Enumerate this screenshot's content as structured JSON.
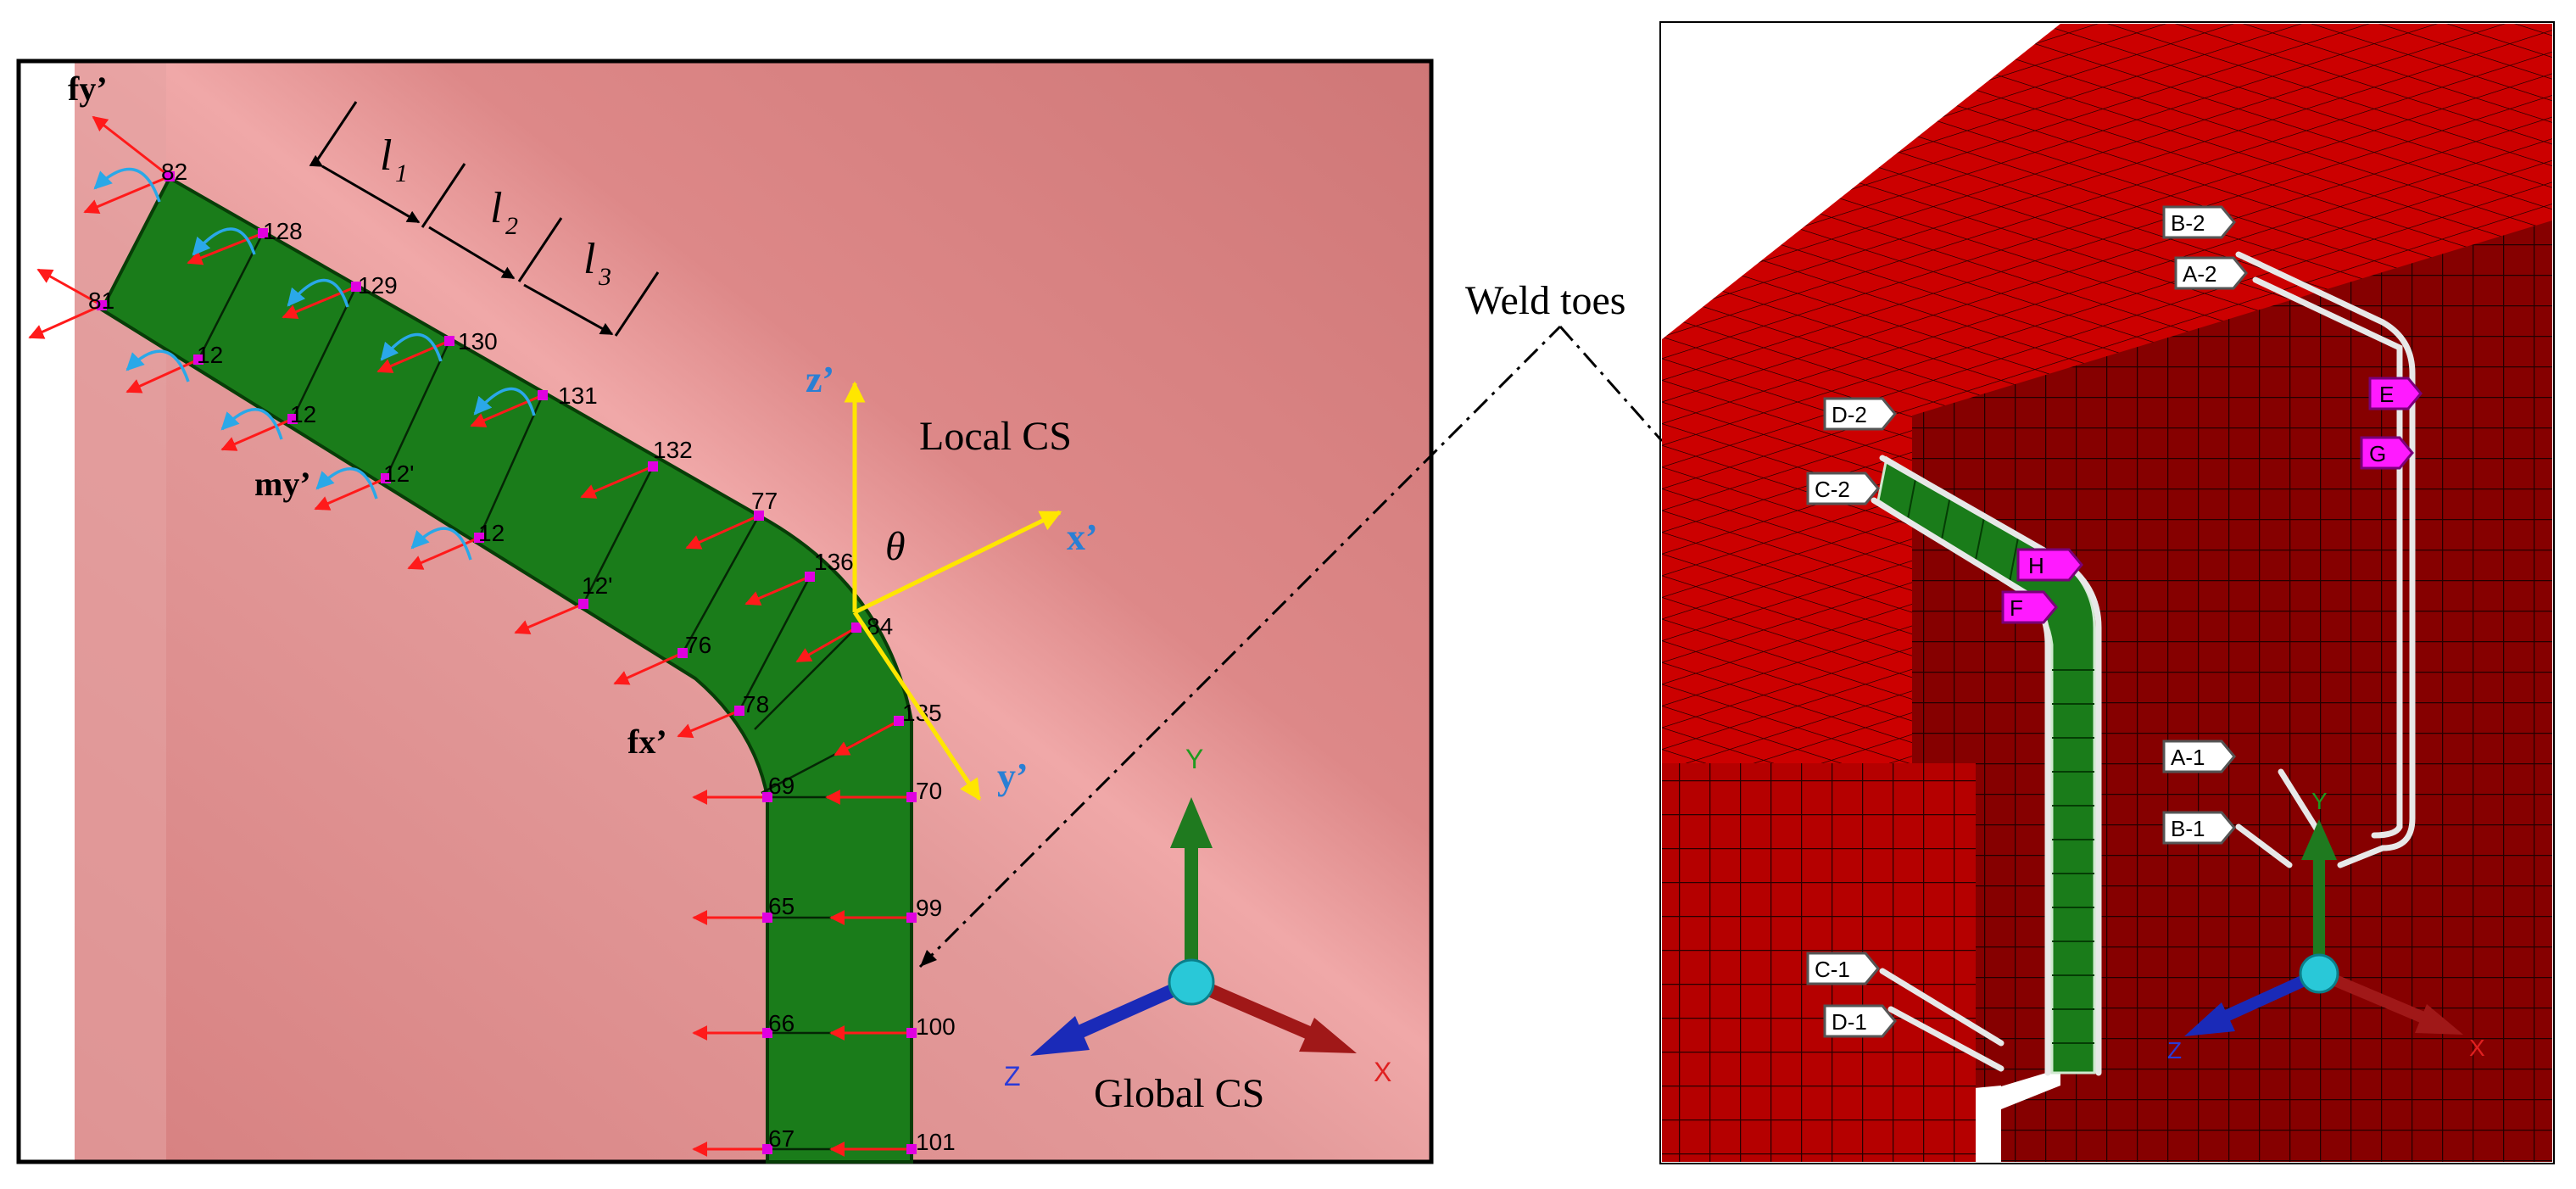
{
  "left_panel": {
    "node_labels": {
      "n82": "82",
      "n81": "81",
      "n128": "128",
      "n129": "129",
      "n130": "130",
      "n131": "131",
      "n132": "132",
      "n77": "77",
      "n136": "136",
      "n84": "84",
      "n76": "76",
      "n78": "78",
      "n135": "135",
      "n69": "69",
      "n70": "70",
      "n65": "65",
      "n99": "99",
      "n66": "66",
      "n100": "100",
      "n67": "67",
      "n101": "101",
      "n12a": "12",
      "n12b": "12",
      "n12c": "12'",
      "n12d": "12",
      "n12e": "12'"
    },
    "force_labels": {
      "fy": "fy’",
      "my": "my’",
      "fx": "fx’"
    },
    "segment_lengths": {
      "l1": "l",
      "l1_sub": "1",
      "l2": "l",
      "l2_sub": "2",
      "l3": "l",
      "l3_sub": "3"
    },
    "local_cs": {
      "title": "Local CS",
      "x": "x’",
      "y": "y’",
      "z": "z’",
      "angle": "θ"
    },
    "global_cs": {
      "title": "Global CS",
      "x": "X",
      "y": "Y",
      "z": "Z"
    }
  },
  "annotation": {
    "weld_toes": "Weld toes"
  },
  "right_panel": {
    "tags_white": {
      "b2": "B-2",
      "a2": "A-2",
      "d2": "D-2",
      "c2": "C-2",
      "a1": "A-1",
      "b1": "B-1",
      "c1": "C-1",
      "d1": "D-1"
    },
    "tags_magenta": {
      "e": "E",
      "g": "G",
      "h": "H",
      "f": "F"
    },
    "global_axes": {
      "x": "X",
      "y": "Y",
      "z": "Z"
    }
  },
  "colors": {
    "plate": "#dd8a8a",
    "weld": "#1a7a1a",
    "force_arrow": "#ff0000",
    "moment_arrow": "#29a8e0",
    "local_axis": "#ffe600",
    "node": "#e000e0",
    "mesh": "#cc0000",
    "tag_magenta": "#ff00ff"
  }
}
